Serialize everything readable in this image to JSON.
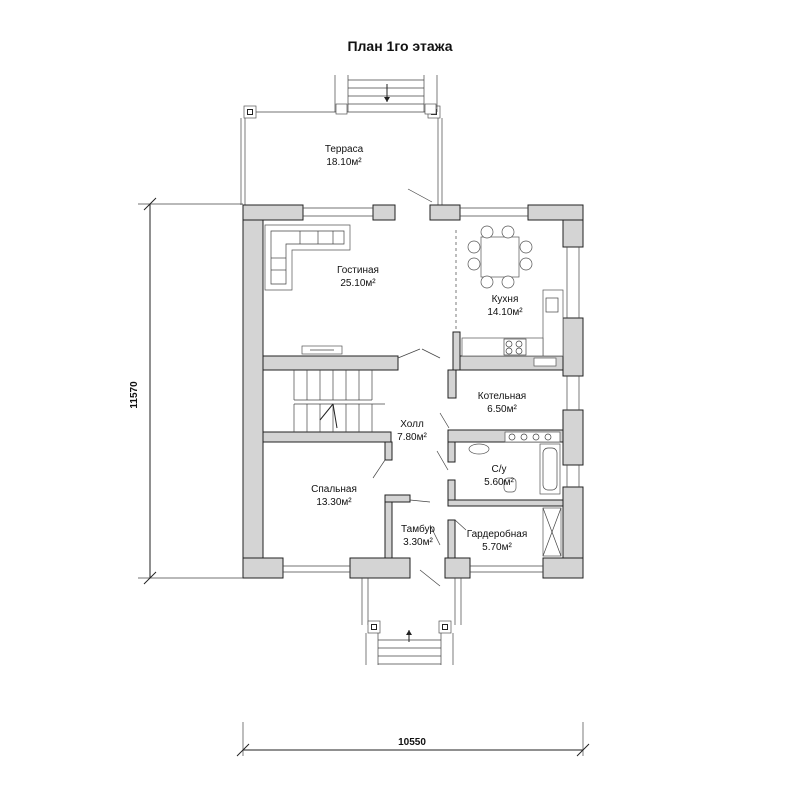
{
  "title": "План 1го этажа",
  "dimensions": {
    "height": "11570",
    "width": "10550"
  },
  "area_unit": "м²",
  "rooms": [
    {
      "name": "Терраса",
      "area": "18.10м²"
    },
    {
      "name": "Гостиная",
      "area": "25.10м²"
    },
    {
      "name": "Кухня",
      "area": "14.10м²"
    },
    {
      "name": "Котельная",
      "area": "6.50м²"
    },
    {
      "name": "Холл",
      "area": "7.80м²"
    },
    {
      "name": "С/у",
      "area": "5.60м²"
    },
    {
      "name": "Спальная",
      "area": "13.30м²"
    },
    {
      "name": "Тамбур",
      "area": "3.30м²"
    },
    {
      "name": "Гардеробная",
      "area": "5.70м²"
    }
  ]
}
